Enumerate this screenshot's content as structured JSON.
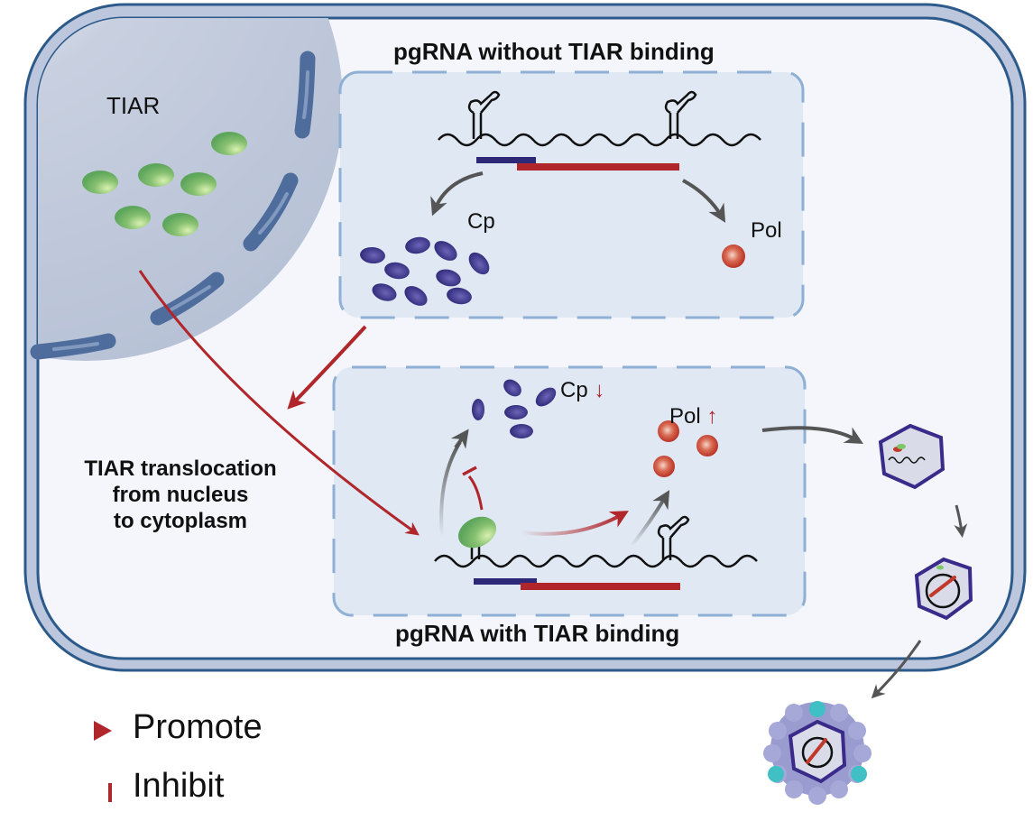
{
  "diagram": {
    "cell": {
      "nucleus_label": "TIAR",
      "translocation_text": [
        "TIAR translocation",
        "from nucleus",
        "to cytoplasm"
      ]
    },
    "panel_top": {
      "title": "pgRNA without TIAR binding",
      "cp_label": "Cp",
      "pol_label": "Pol"
    },
    "panel_bottom": {
      "title": "pgRNA with TIAR binding",
      "cp_label": "Cp",
      "cp_change": "↓",
      "pol_label": "Pol",
      "pol_change": "↑"
    },
    "legend": [
      {
        "symbol": "promote-arrow",
        "label": "Promote"
      },
      {
        "symbol": "inhibit-bar",
        "label": "Inhibit"
      }
    ],
    "colors": {
      "membrane": "#2c5a8a",
      "membrane_fill": "#bcc6dc",
      "cytoplasm": "#f4f6fb",
      "nucleus": "#bec8da",
      "panel": "#dfe8f3",
      "panel_border": "#8fb0d4",
      "tiar_green": "#5faa5c",
      "cp_purple": "#2e2878",
      "pol_red": "#c0392b",
      "promote_red": "#b0262a",
      "process_gray": "#555555",
      "orf_blue": "#2e2878",
      "orf_red": "#b0262a"
    }
  }
}
